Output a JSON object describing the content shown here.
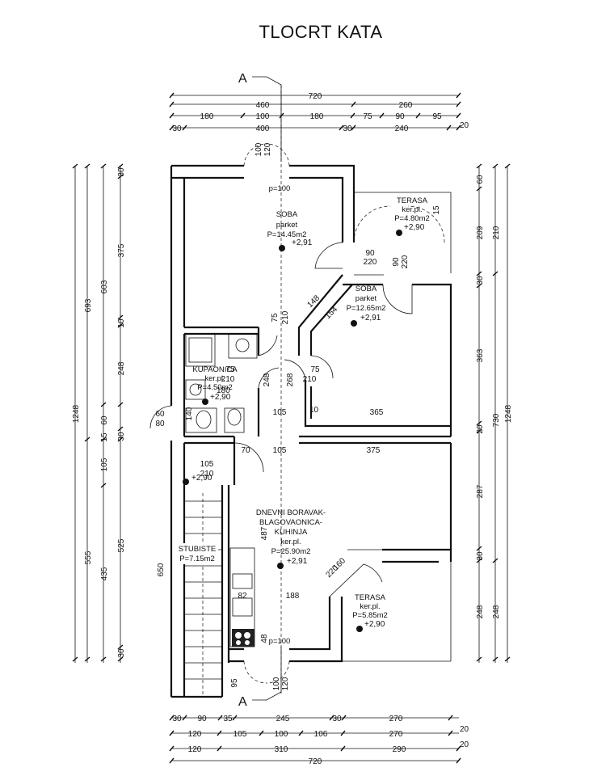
{
  "title": "TLOCRT KATA",
  "section_mark": "A",
  "rooms": {
    "soba1": {
      "name": "SOBA",
      "floor": "parket",
      "area": "P=14.45m2",
      "level": "+2,91"
    },
    "terasa1": {
      "name": "TERASA",
      "floor": "ker.pl.",
      "area": "P=4.80m2",
      "level": "+2,90"
    },
    "soba2": {
      "name": "SOBA",
      "floor": "parket",
      "area": "P=12.65m2",
      "level": "+2,91"
    },
    "kupaonica": {
      "name": "KUPAONICA",
      "floor": "ker.pl.",
      "area": "P=4.50m2",
      "level": "+2,90"
    },
    "dnevni": {
      "name1": "DNEVNI BORAVAK-",
      "name2": "BLAGOVAONICA-",
      "name3": "KUHINJA",
      "floor": "ker.pl.",
      "area": "P=25.90m2",
      "level": "+2,91"
    },
    "terasa2": {
      "name": "TERASA",
      "floor": "ker.pl.",
      "area": "P=5.85m2",
      "level": "+2,90"
    },
    "stubiste": {
      "name": "STUBISTE",
      "area": "P=7.15m2"
    },
    "hall_level": "+2,90"
  },
  "top_dims": {
    "row1": [
      "720"
    ],
    "row2": [
      "460",
      "260"
    ],
    "row3": [
      "180",
      "100",
      "180",
      "75",
      "90",
      "95"
    ],
    "row4": [
      "30",
      "400",
      "30",
      "240",
      "20"
    ]
  },
  "bottom_dims": {
    "row1": [
      "30",
      "90",
      "35",
      "245",
      "30",
      "270"
    ],
    "row2": [
      "120",
      "105",
      "100",
      "106",
      "270",
      "20"
    ],
    "row3": [
      "120",
      "310",
      "290",
      "20"
    ],
    "row4": [
      "720"
    ]
  },
  "left_dims": {
    "outer": [
      "1248"
    ],
    "mid1": [
      "693",
      "555"
    ],
    "mid2": [
      "603",
      "15",
      "105",
      "435"
    ],
    "inner": [
      "30",
      "375",
      "10",
      "248",
      "60",
      "30",
      "525",
      "30"
    ]
  },
  "right_dims": {
    "outer": [
      "1248"
    ],
    "mid": [
      "210",
      "730",
      "248"
    ],
    "inner": [
      "60",
      "209",
      "30",
      "363",
      "20",
      "287",
      "30",
      "248"
    ]
  },
  "openings": {
    "o1": "p=100",
    "o2": "p=100",
    "w1a": "90",
    "w1b": "220",
    "w2a": "90",
    "w2b": "220",
    "d1a": "75",
    "d1b": "210",
    "d2a": "75",
    "d2b": "210",
    "d3a": "75",
    "d3b": "210",
    "d4a": "105",
    "d4b": "210",
    "d5a": "60",
    "d5b": "80",
    "d6a": "160",
    "d6b": "220",
    "diag1": "148",
    "diag2": "154",
    "h100a": "100",
    "h120a": "120",
    "h100b": "100",
    "h120b": "120",
    "i268": "268",
    "i248": "248",
    "i180": "180",
    "i140": "140",
    "i105a": "105",
    "i10": "10",
    "i365": "365",
    "i70": "70",
    "i105b": "105",
    "i375": "375",
    "i487": "487",
    "i650": "650",
    "i82": "82",
    "i188": "188",
    "i48": "48",
    "i95": "95",
    "i15": "15"
  }
}
